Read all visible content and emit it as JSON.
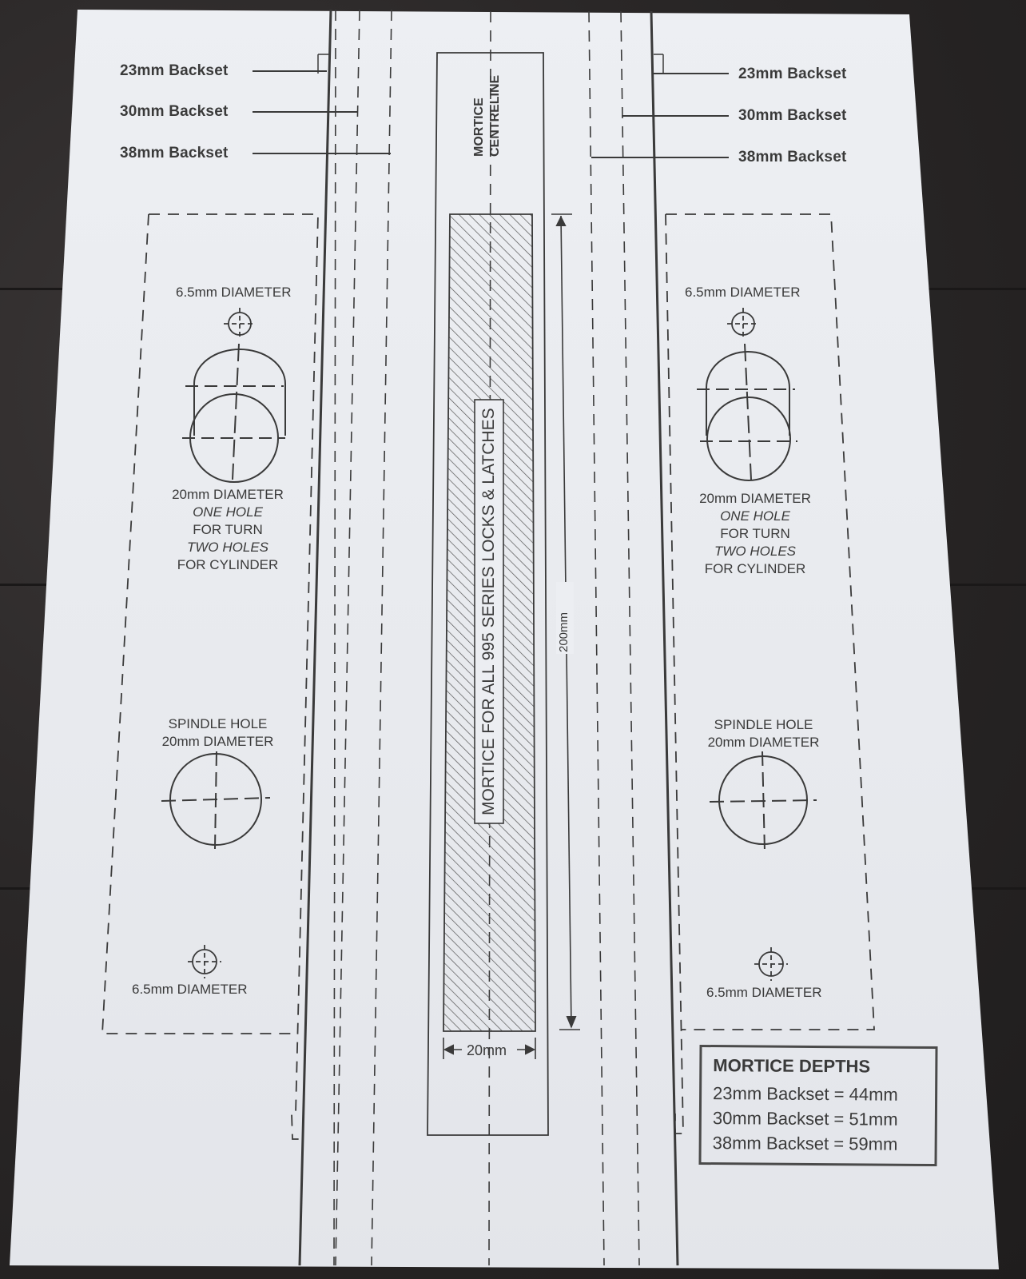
{
  "backset_labels": {
    "left": [
      "23mm Backset",
      "30mm Backset",
      "38mm Backset"
    ],
    "right": [
      "23mm Backset",
      "30mm Backset",
      "38mm Backset"
    ]
  },
  "left_plate": {
    "top_hole": "6.5mm DIAMETER",
    "cylinder": [
      "20mm DIAMETER",
      "ONE HOLE",
      "FOR TURN",
      "TWO HOLES",
      "FOR CYLINDER"
    ],
    "spindle": [
      "SPINDLE HOLE",
      "20mm DIAMETER"
    ],
    "bottom_hole": "6.5mm DIAMETER"
  },
  "right_plate": {
    "top_hole": "6.5mm DIAMETER",
    "cylinder": [
      "20mm DIAMETER",
      "ONE HOLE",
      "FOR TURN",
      "TWO HOLES",
      "FOR CYLINDER"
    ],
    "spindle": [
      "SPINDLE HOLE",
      "20mm DIAMETER"
    ],
    "bottom_hole": "6.5mm DIAMETER"
  },
  "centre": {
    "centreline_label": [
      "MORTICE",
      "CENTRELINE"
    ],
    "mortice_label": "MORTICE FOR ALL 995 SERIES LOCKS & LATCHES",
    "height_dim": "200mm",
    "width_dim": "20mm"
  },
  "depths": {
    "title": "MORTICE DEPTHS",
    "rows": [
      "23mm Backset = 44mm",
      "30mm Backset = 51mm",
      "38mm Backset = 59mm"
    ]
  },
  "colors": {
    "ink": "#3a3a3a",
    "paper": "#eceef2",
    "background": "#2b2828"
  }
}
